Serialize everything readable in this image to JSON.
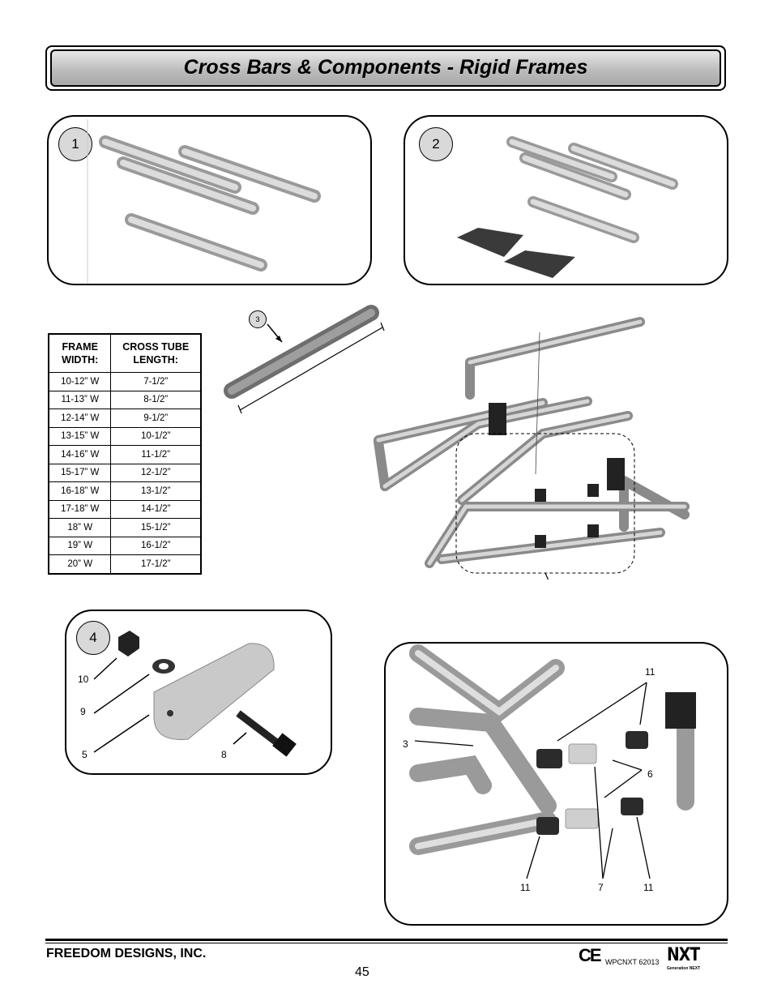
{
  "header": {
    "title": "Cross Bars & Components - Rigid Frames"
  },
  "panels": {
    "panel1_badge": "1",
    "panel2_badge": "2",
    "panel4_badge": "4",
    "tube_callout": "3"
  },
  "table": {
    "headers": [
      "FRAME WIDTH:",
      "CROSS TUBE LENGTH:"
    ],
    "rows": [
      [
        "10-12” W",
        "7-1/2”"
      ],
      [
        "11-13” W",
        "8-1/2”"
      ],
      [
        "12-14” W",
        "9-1/2”"
      ],
      [
        "13-15” W",
        "10-1/2”"
      ],
      [
        "14-16” W",
        "11-1/2”"
      ],
      [
        "15-17” W",
        "12-1/2”"
      ],
      [
        "16-18” W",
        "13-1/2”"
      ],
      [
        "17-18” W",
        "14-1/2”"
      ],
      [
        "18” W",
        "15-1/2”"
      ],
      [
        "19” W",
        "16-1/2”"
      ],
      [
        "20” W",
        "17-1/2”"
      ]
    ]
  },
  "panel4_labels": {
    "nut": "10",
    "washer": "9",
    "block": "5",
    "screw": "8"
  },
  "detail_labels": {
    "tube": "3",
    "insert_top": "11",
    "spacer": "6",
    "insert_bl": "11",
    "screws": "7",
    "insert_br": "11"
  },
  "footer": {
    "company": "FREEDOM DESIGNS, INC.",
    "page": "45",
    "ce": "CE",
    "doc_code": "WPCNXT 62013",
    "brand": "NXT",
    "brand_sub": "Generation NEXT"
  }
}
